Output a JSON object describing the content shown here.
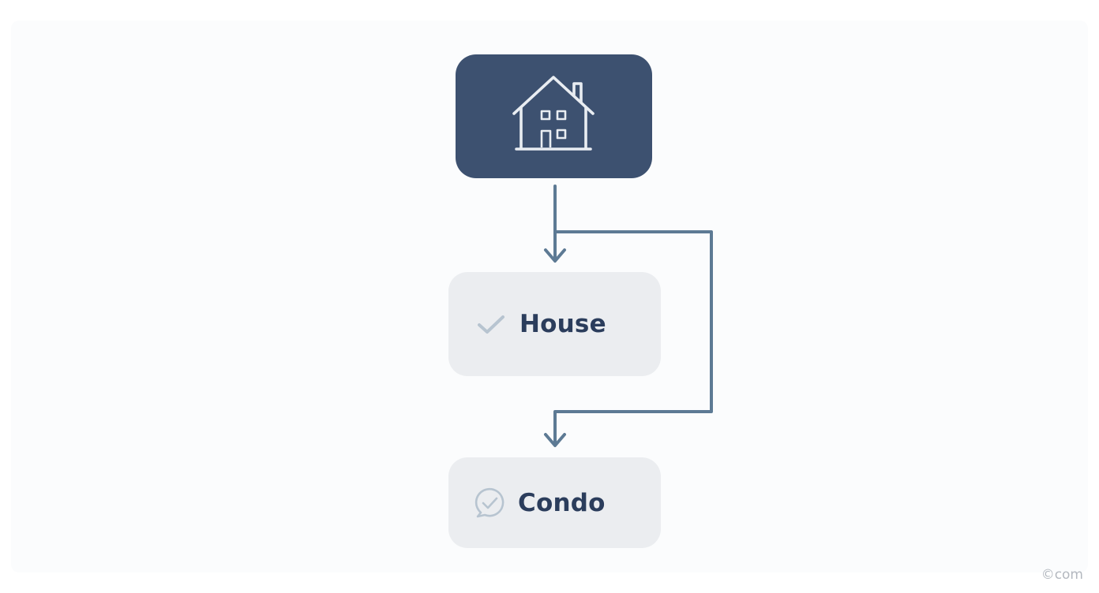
{
  "diagram": {
    "root": {
      "icon": "house-icon",
      "color": "#3d5170"
    },
    "options": [
      {
        "label": "House",
        "icon": "checkmark-icon"
      },
      {
        "label": "Condo",
        "icon": "chat-check-icon"
      }
    ],
    "connector_color": "#5d7a94",
    "node_color": "#ebedf0"
  },
  "watermark": "©com"
}
